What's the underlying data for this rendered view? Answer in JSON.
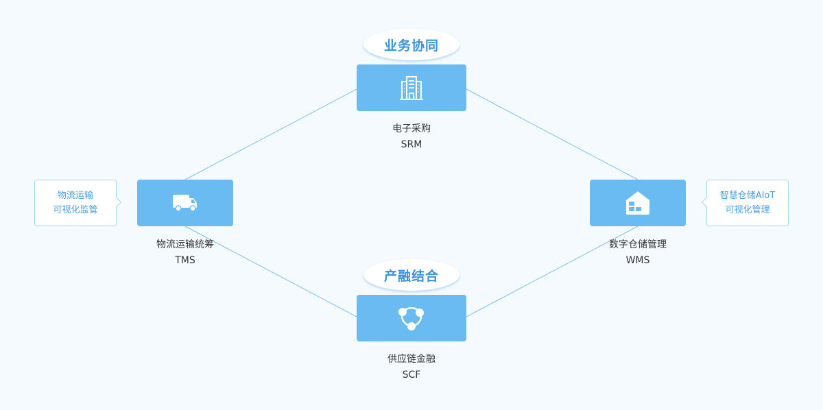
{
  "badges": {
    "top": "业务协同",
    "bottom": "产融结合"
  },
  "nodes": {
    "srm": {
      "name": "电子采购",
      "code": "SRM",
      "icon": "building-icon"
    },
    "tms": {
      "name": "物流运输统筹",
      "code": "TMS",
      "icon": "truck-icon"
    },
    "wms": {
      "name": "数字仓储管理",
      "code": "WMS",
      "icon": "warehouse-icon"
    },
    "scf": {
      "name": "供应链金融",
      "code": "SCF",
      "icon": "network-icon"
    }
  },
  "callouts": {
    "left": {
      "line1": "物流运输",
      "line2": "可视化监管"
    },
    "right": {
      "line1": "智慧仓储AIoT",
      "line2": "可视化管理"
    }
  },
  "colors": {
    "node": "#6bbbf3",
    "accent": "#3a92dc",
    "line": "#7cc0ee"
  }
}
